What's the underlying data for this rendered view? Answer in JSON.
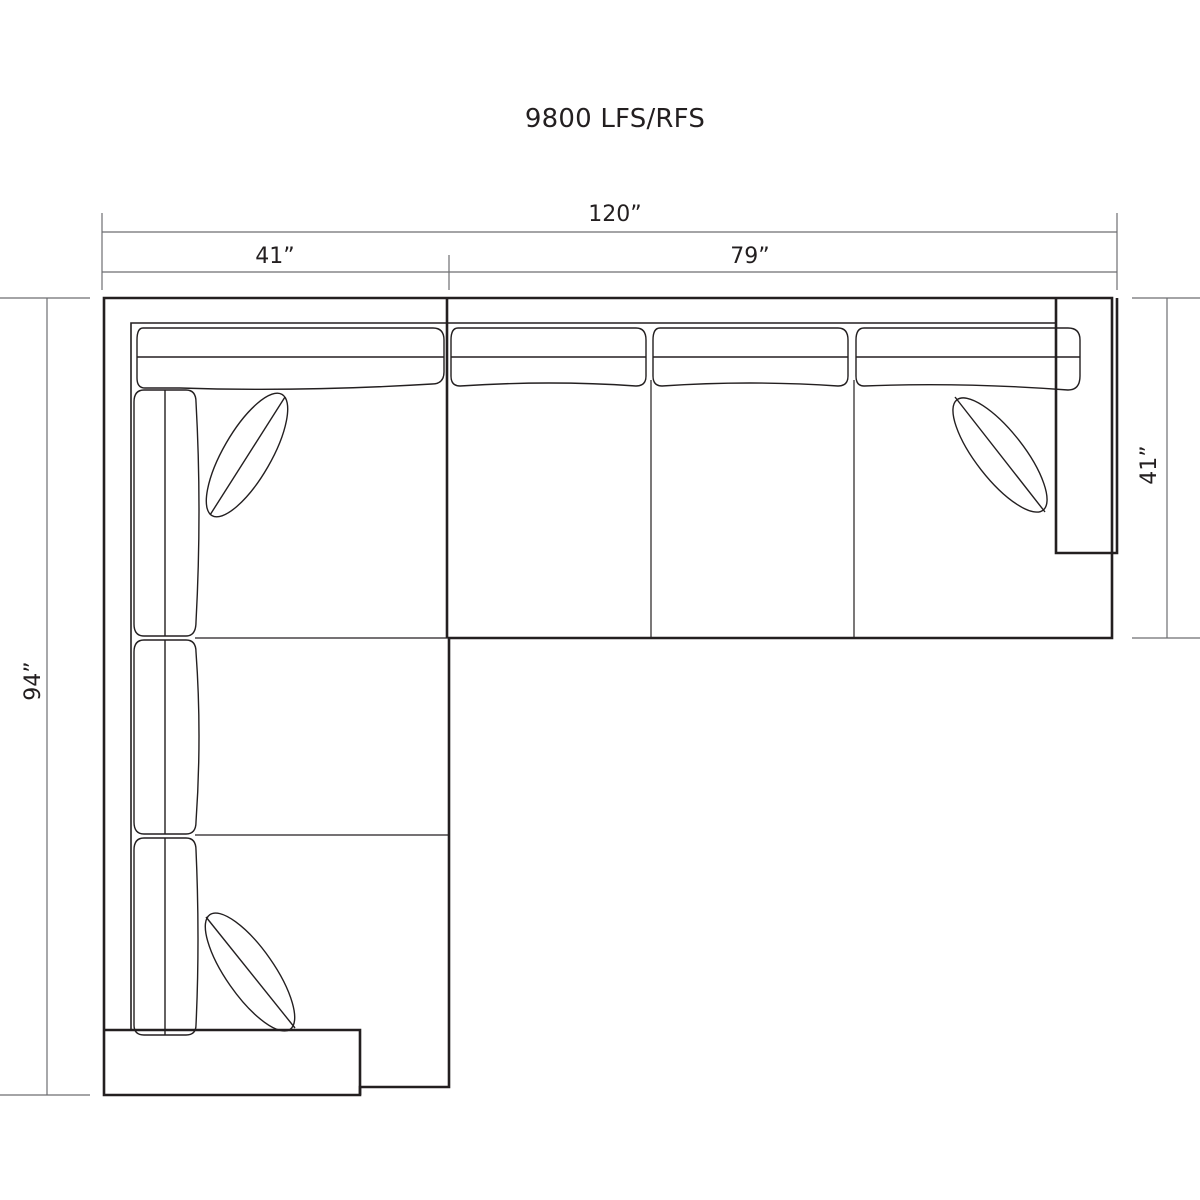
{
  "title": "9800 LFS/RFS",
  "dimensions": {
    "overall_width": "120”",
    "left_section_width": "41”",
    "right_section_width": "79”",
    "right_depth": "41”",
    "overall_depth": "94”"
  },
  "colors": {
    "line": "#231f20",
    "dim_line": "#6d6e71",
    "background": "#ffffff"
  },
  "components": {
    "left_sections": [
      "corner-seat",
      "middle-seat",
      "end-seat-with-arm"
    ],
    "right_sections": [
      "seat-1",
      "seat-2",
      "seat-3-with-arm"
    ],
    "pillows": 3
  }
}
